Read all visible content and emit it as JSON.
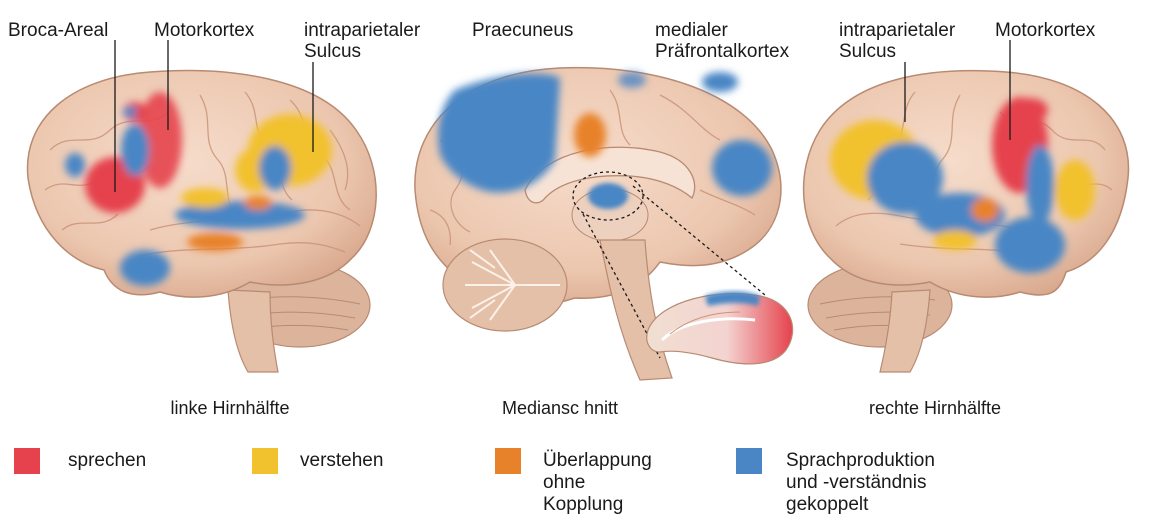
{
  "labels": {
    "broca": "Broca-Areal",
    "motor_left": "Motorkortex",
    "ips_left": "intraparietaler\nSulcus",
    "praecuneus": "Praecuneus",
    "mpfc": "medialer\nPräfrontalkortex",
    "ips_right": "intraparietaler\nSulcus",
    "motor_right": "Motorkortex"
  },
  "captions": {
    "left": "linke Hirnhälfte",
    "middle": "Mediansc hnitt",
    "right": "rechte Hirnhälfte"
  },
  "legend": [
    {
      "label": "sprechen",
      "color": "#e5424d"
    },
    {
      "label": "verstehen",
      "color": "#f2c12e"
    },
    {
      "label": "Überlappung\nohne Kopplung",
      "color": "#e8822a"
    },
    {
      "label": "Sprachproduktion\nund -verständnis gekoppelt",
      "color": "#4a86c5"
    }
  ],
  "colors": {
    "brain": "#efcfb8",
    "brain_shade": "#dcae92",
    "gyri": "#c99479",
    "red": "#e5424d",
    "yellow": "#f2c12e",
    "orange": "#e8822a",
    "blue": "#4a86c5"
  }
}
